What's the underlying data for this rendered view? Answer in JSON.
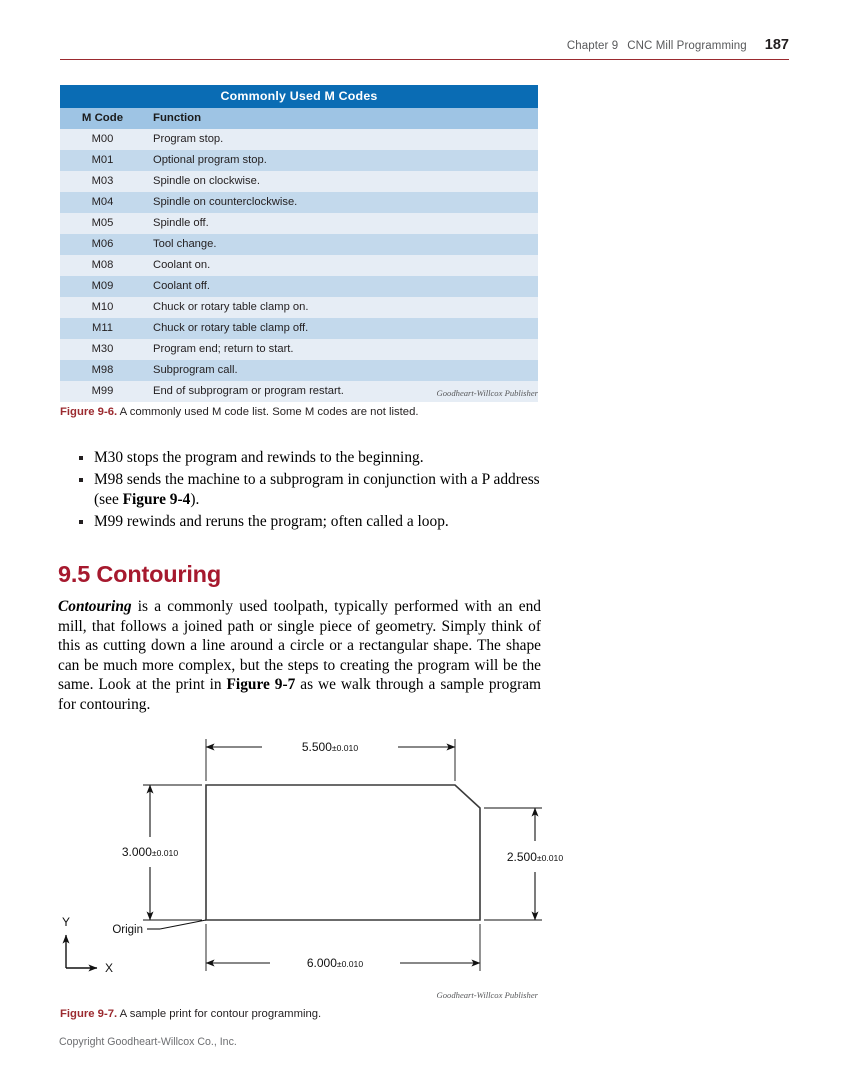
{
  "running_head": {
    "chapter": "Chapter 9",
    "title": "CNC Mill Programming",
    "page_number": "187"
  },
  "table": {
    "title": "Commonly Used M Codes",
    "columns": [
      "M Code",
      "Function"
    ],
    "rows": [
      {
        "code": "M00",
        "function": "Program stop."
      },
      {
        "code": "M01",
        "function": "Optional program stop."
      },
      {
        "code": "M03",
        "function": "Spindle on clockwise."
      },
      {
        "code": "M04",
        "function": "Spindle on counterclockwise."
      },
      {
        "code": "M05",
        "function": "Spindle off."
      },
      {
        "code": "M06",
        "function": "Tool change."
      },
      {
        "code": "M08",
        "function": "Coolant on."
      },
      {
        "code": "M09",
        "function": "Coolant off."
      },
      {
        "code": "M10",
        "function": "Chuck or rotary table clamp on."
      },
      {
        "code": "M11",
        "function": "Chuck or rotary table clamp off."
      },
      {
        "code": "M30",
        "function": "Program end; return to start."
      },
      {
        "code": "M98",
        "function": "Subprogram call."
      },
      {
        "code": "M99",
        "function": "End of subprogram or program restart."
      }
    ],
    "credit": "Goodheart-Willcox Publisher",
    "caption_number": "Figure 9-6.",
    "caption_text": " A commonly used M code list. Some M codes are not listed."
  },
  "bullets": [
    {
      "text": "M30 stops the program and rewinds to the beginning."
    },
    {
      "text_before": "M98 sends the machine to a subprogram in conjunction with a P address (see ",
      "bold": "Figure 9-4",
      "text_after": ")."
    },
    {
      "text": "M99 rewinds and reruns the program; often called a loop."
    }
  ],
  "section": {
    "heading": "9.5 Contouring",
    "paragraph_lead": "Contouring",
    "paragraph_body": " is a commonly used toolpath, typically performed with an end mill, that follows a joined path or single piece of geometry. Simply think of this as cutting down a line around a circle or a rectangular shape. The shape can be much more complex, but the steps to creating the program will be the same. Look at the print in ",
    "paragraph_bold": "Figure 9-7",
    "paragraph_tail": " as we walk through a sample program for contouring."
  },
  "drawing": {
    "dim_top_value": "5.500",
    "dim_top_tol": "±0.010",
    "dim_left_value": "3.000",
    "dim_left_tol": "±0.010",
    "dim_right_value": "2.500",
    "dim_right_tol": "±0.010",
    "dim_bottom_value": "6.000",
    "dim_bottom_tol": "±0.010",
    "origin_label": "Origin",
    "axis_y_label": "Y",
    "axis_x_label": "X",
    "credit": "Goodheart-Willcox Publisher",
    "caption_number": "Figure 9-7.",
    "caption_text": " A sample print for contour programming."
  },
  "footer": {
    "copyright": "Copyright Goodheart-Willcox Co., Inc."
  },
  "colors": {
    "table_title_bg": "#0a6cb4",
    "table_head_bg": "#9ec4e4",
    "row_even_bg": "#e6edf5",
    "row_odd_bg": "#c3d9ec",
    "accent_red": "#a6192e",
    "rule_red": "#9b2a2f"
  }
}
